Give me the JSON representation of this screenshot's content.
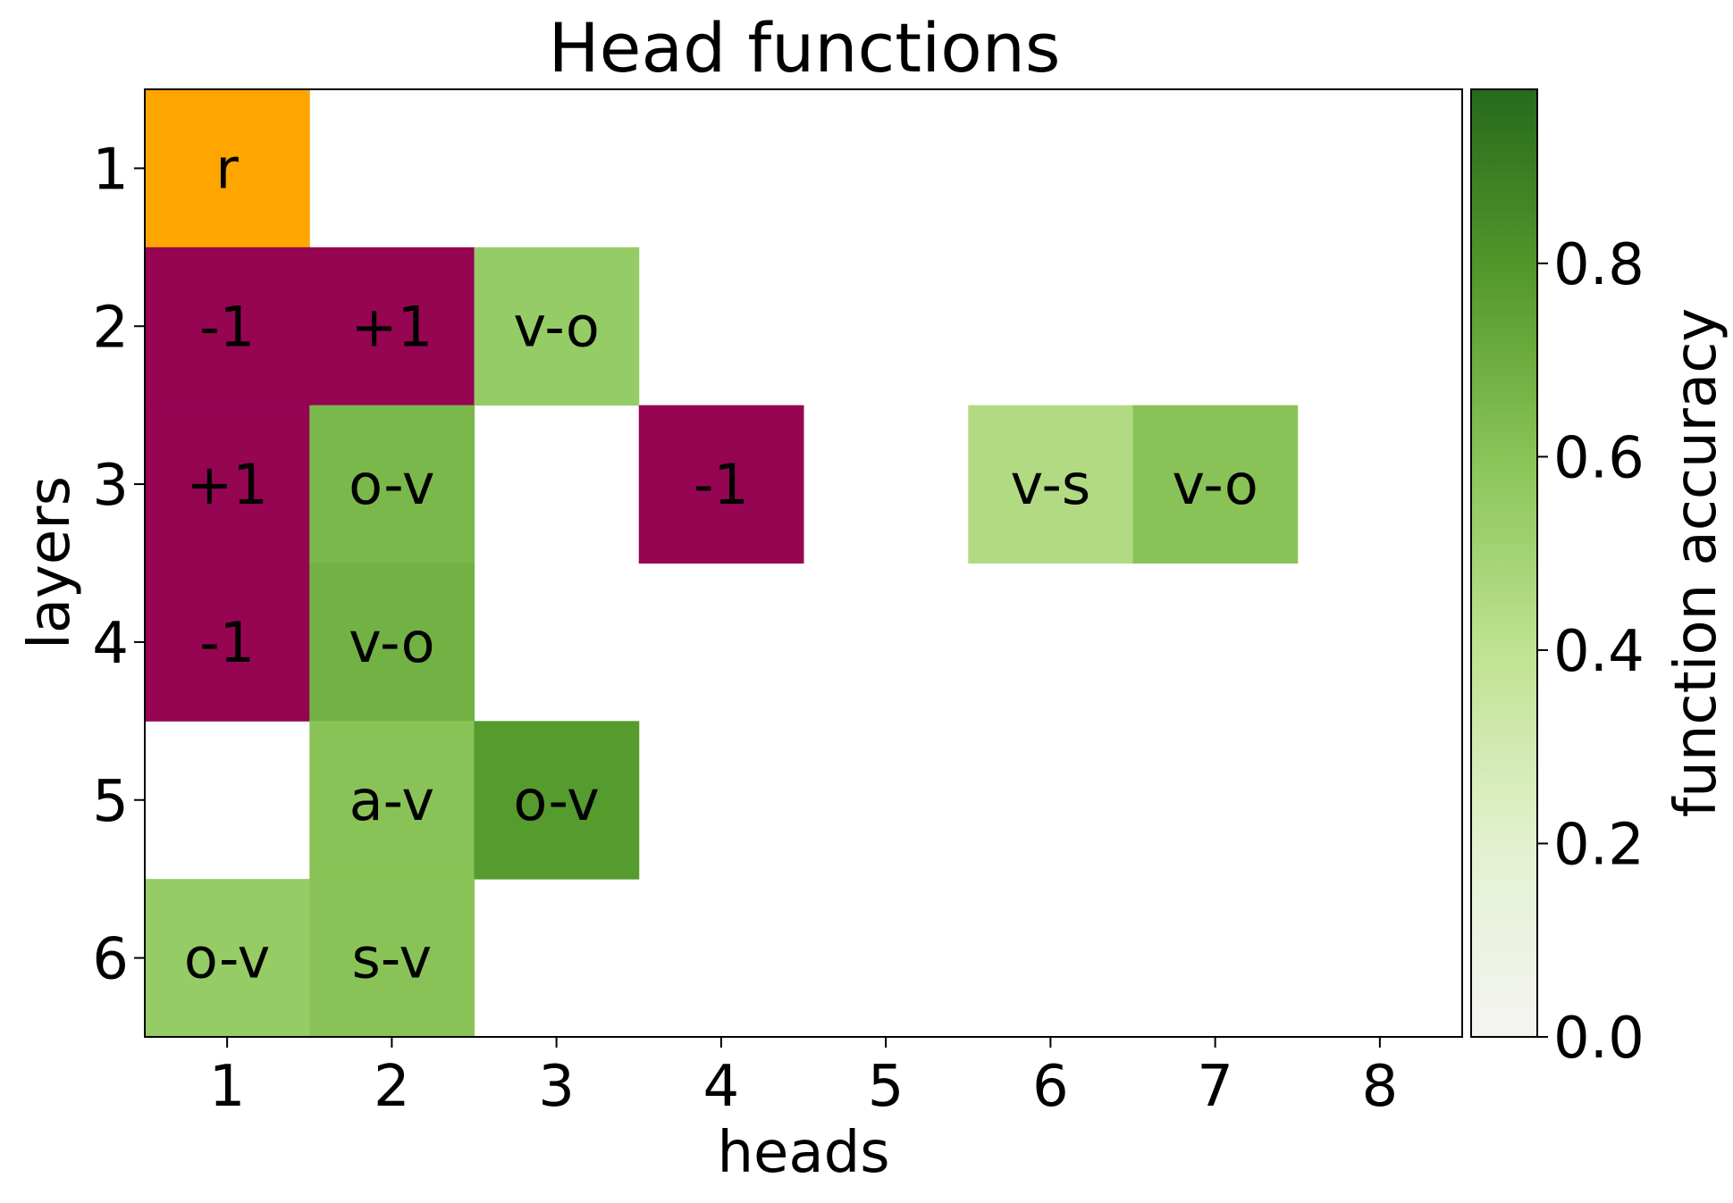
{
  "chart_data": {
    "type": "heatmap",
    "title": "Head functions",
    "xlabel": "heads",
    "ylabel": "layers",
    "x_ticks": [
      "1",
      "2",
      "3",
      "4",
      "5",
      "6",
      "7",
      "8"
    ],
    "y_ticks": [
      "1",
      "2",
      "3",
      "4",
      "5",
      "6"
    ],
    "colorbar": {
      "label": "function accuracy",
      "range": [
        0,
        0.98
      ],
      "ticks": [
        "0.0",
        "0.2",
        "0.4",
        "0.6",
        "0.8"
      ],
      "tick_values": [
        0.0,
        0.2,
        0.4,
        0.6,
        0.8
      ],
      "colors": [
        "#f4f4f2",
        "#e4f1d0",
        "#c0e394",
        "#8cc65a",
        "#559a2c",
        "#266a1c"
      ]
    },
    "category_colors": {
      "r": "#ffa500",
      "offset": "#950552"
    },
    "cells": [
      {
        "layer": 1,
        "head": 1,
        "label": "r",
        "kind": "r"
      },
      {
        "layer": 2,
        "head": 1,
        "label": "-1",
        "kind": "offset"
      },
      {
        "layer": 2,
        "head": 2,
        "label": "+1",
        "kind": "offset"
      },
      {
        "layer": 2,
        "head": 3,
        "label": "v-o",
        "kind": "function",
        "value": 0.55
      },
      {
        "layer": 3,
        "head": 1,
        "label": "+1",
        "kind": "offset"
      },
      {
        "layer": 3,
        "head": 2,
        "label": "o-v",
        "kind": "function",
        "value": 0.65
      },
      {
        "layer": 3,
        "head": 4,
        "label": "-1",
        "kind": "offset"
      },
      {
        "layer": 3,
        "head": 6,
        "label": "v-s",
        "kind": "function",
        "value": 0.45
      },
      {
        "layer": 3,
        "head": 7,
        "label": "v-o",
        "kind": "function",
        "value": 0.6
      },
      {
        "layer": 4,
        "head": 1,
        "label": "-1",
        "kind": "offset"
      },
      {
        "layer": 4,
        "head": 2,
        "label": "v-o",
        "kind": "function",
        "value": 0.68
      },
      {
        "layer": 5,
        "head": 2,
        "label": "a-v",
        "kind": "function",
        "value": 0.6
      },
      {
        "layer": 5,
        "head": 3,
        "label": "o-v",
        "kind": "function",
        "value": 0.78
      },
      {
        "layer": 6,
        "head": 1,
        "label": "o-v",
        "kind": "function",
        "value": 0.55
      },
      {
        "layer": 6,
        "head": 2,
        "label": "s-v",
        "kind": "function",
        "value": 0.6
      }
    ]
  }
}
